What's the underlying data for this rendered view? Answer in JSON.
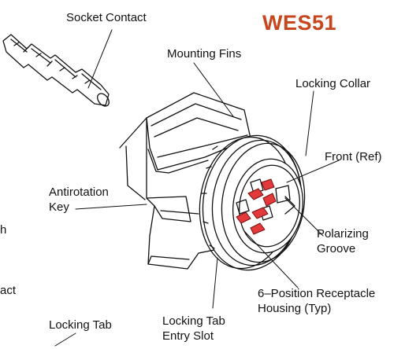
{
  "title": "WES51",
  "labels": {
    "socket_contact": "Socket Contact",
    "mounting_fins": "Mounting Fins",
    "locking_collar": "Locking Collar",
    "front_ref": "Front (Ref)",
    "antirotation_1": "Antirotation",
    "antirotation_2": "Key",
    "polarizing_1": "Polarizing",
    "polarizing_2": "Groove",
    "housing_1": "6–Position Receptacle",
    "housing_2": "Housing (Typ)",
    "entry_slot_1": "Locking Tab",
    "entry_slot_2": "Entry Slot",
    "locking_tab": "Locking Tab",
    "cut_h": "h",
    "cut_act": "act"
  },
  "colors": {
    "ink": "#111111",
    "accent": "#c8461e",
    "contact_fill": "#e23a3a"
  }
}
